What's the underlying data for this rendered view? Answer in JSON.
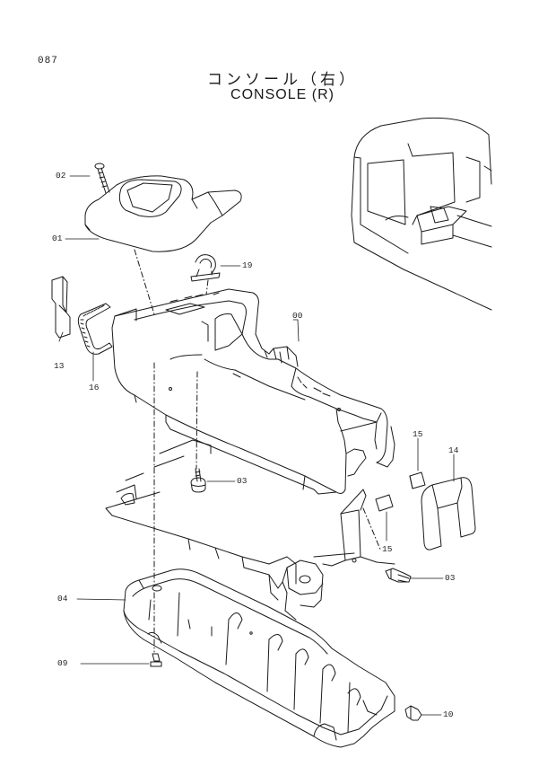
{
  "page": {
    "number": "087"
  },
  "title": {
    "japanese": "コンソール（右）",
    "english": "CONSOLE (R)"
  },
  "callouts": {
    "c00": "00",
    "c01": "01",
    "c02": "02",
    "c03a": "03",
    "c03b": "03",
    "c04": "04",
    "c09": "09",
    "c10": "10",
    "c13": "13",
    "c14": "14",
    "c15a": "15",
    "c15b": "15",
    "c16": "16",
    "c19": "19"
  },
  "colors": {
    "ink": "#1a1a1a",
    "paper": "#ffffff"
  }
}
